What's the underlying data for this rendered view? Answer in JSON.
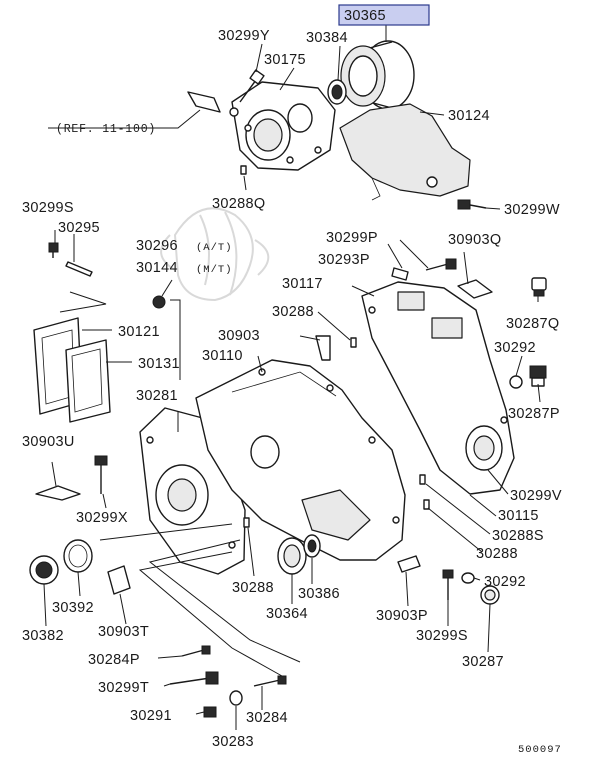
{
  "diagram": {
    "highlighted_part": "30365",
    "reference_note": "(REF. 11-100)",
    "catalog_code": "500097",
    "labels": {
      "p30365": "30365",
      "p30299Y": "30299Y",
      "p30384": "30384",
      "p30175": "30175",
      "p30124": "30124",
      "p30288Q": "30288Q",
      "p30299W": "30299W",
      "p30299S_top": "30299S",
      "p30295": "30295",
      "p30296": "30296",
      "p30144": "30144",
      "at": "(A/T)",
      "mt": "(M/T)",
      "p30299P_top": "30299P",
      "p30903Q": "30903Q",
      "p30293P": "30293P",
      "p30117": "30117",
      "p30287Q": "30287Q",
      "p30288_top": "30288",
      "p30121": "30121",
      "p30903": "30903",
      "p30292_top": "30292",
      "p30110": "30110",
      "p30131": "30131",
      "p30287P": "30287P",
      "p30281": "30281",
      "p30903U": "30903U",
      "p30299V": "30299V",
      "p30115": "30115",
      "p30299X": "30299X",
      "p30288S": "30288S",
      "p30288_mid": "30288",
      "p30288_low": "30288",
      "p30292_low": "30292",
      "p30386": "30386",
      "p30392": "30392",
      "p30364": "30364",
      "p30903P": "30903P",
      "p30382": "30382",
      "p30903T": "30903T",
      "p30299S_low": "30299S",
      "p30284P": "30284P",
      "p30287": "30287",
      "p30299T": "30299T",
      "p30291": "30291",
      "p30284": "30284",
      "p30283": "30283"
    }
  }
}
